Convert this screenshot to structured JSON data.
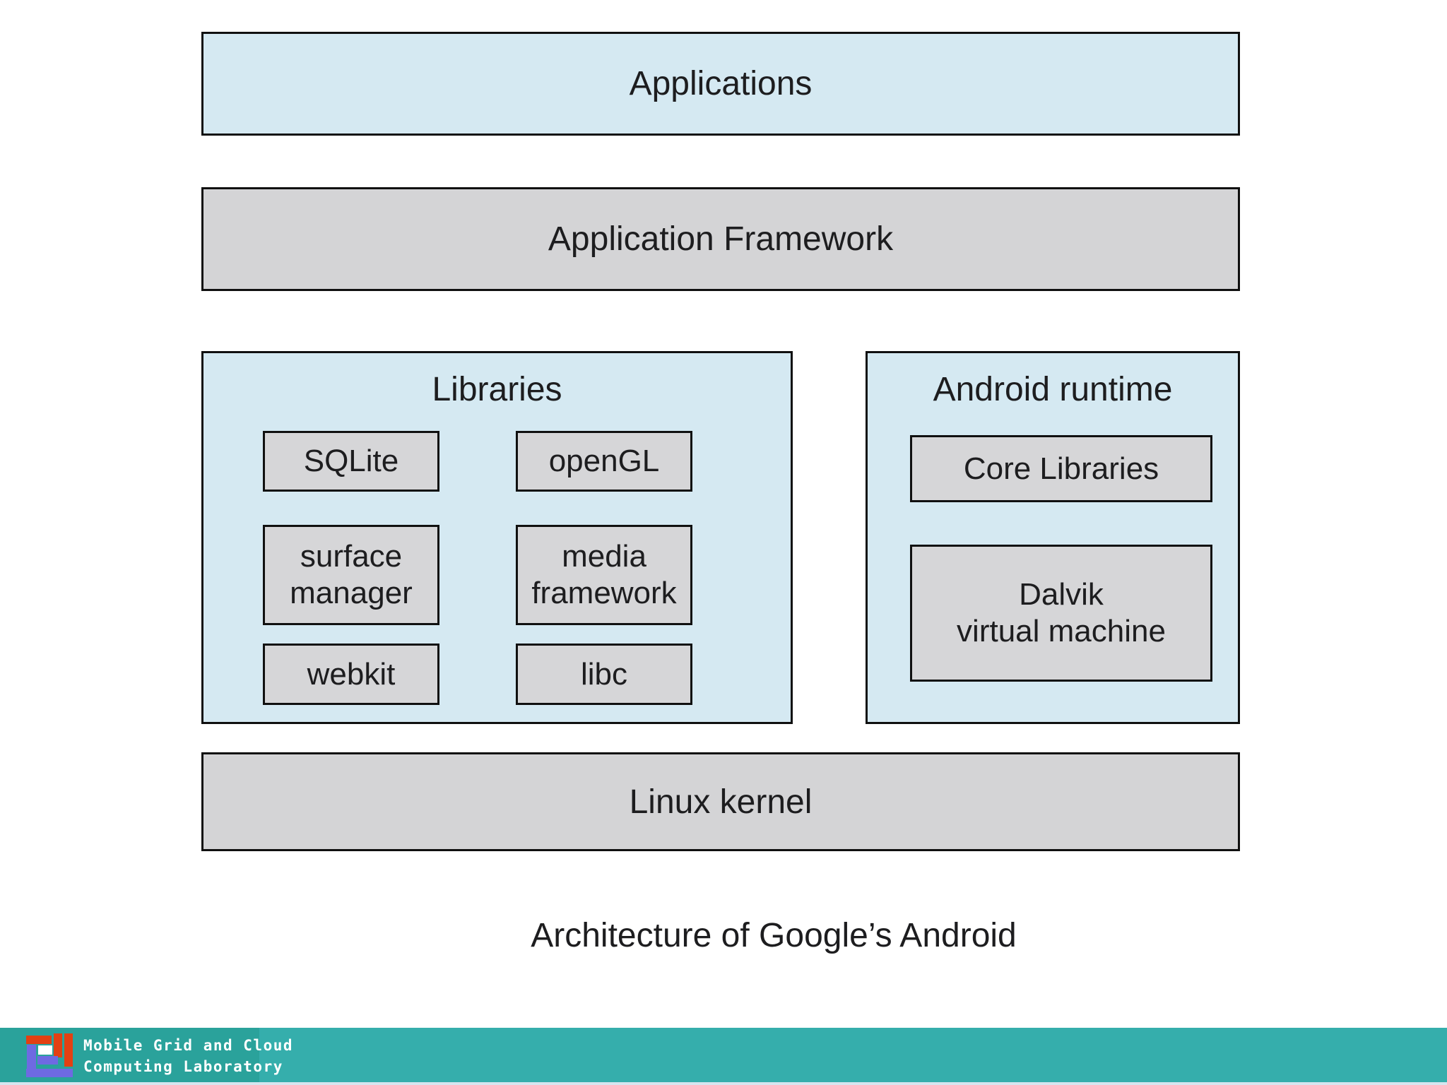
{
  "diagram": {
    "caption": "Architecture of Google’s Android",
    "layers": {
      "applications": "Applications",
      "application_framework": "Application Framework",
      "linux_kernel": "Linux kernel"
    },
    "libraries": {
      "title": "Libraries",
      "items": [
        "SQLite",
        "openGL",
        "surface manager",
        "media framework",
        "webkit",
        "libc"
      ]
    },
    "android_runtime": {
      "title": "Android runtime",
      "items": [
        "Core Libraries",
        "Dalvik\nvirtual machine"
      ]
    }
  },
  "footer": {
    "lab_name_line1": "Mobile Grid and Cloud",
    "lab_name_line2": "Computing Laboratory",
    "logo_name": "mgcc-lab-logo"
  },
  "colors": {
    "layer_blue": "#d5e9f2",
    "layer_gray": "#d4d4d6",
    "box_border": "#101010",
    "footer_teal_dark": "#2aa29b",
    "footer_teal_light": "#35aeac",
    "footer_bottom_strip": "#d6e6ef",
    "logo_red": "#e34012",
    "logo_blue": "#6e6ae2",
    "text": "#1d1d1f"
  }
}
